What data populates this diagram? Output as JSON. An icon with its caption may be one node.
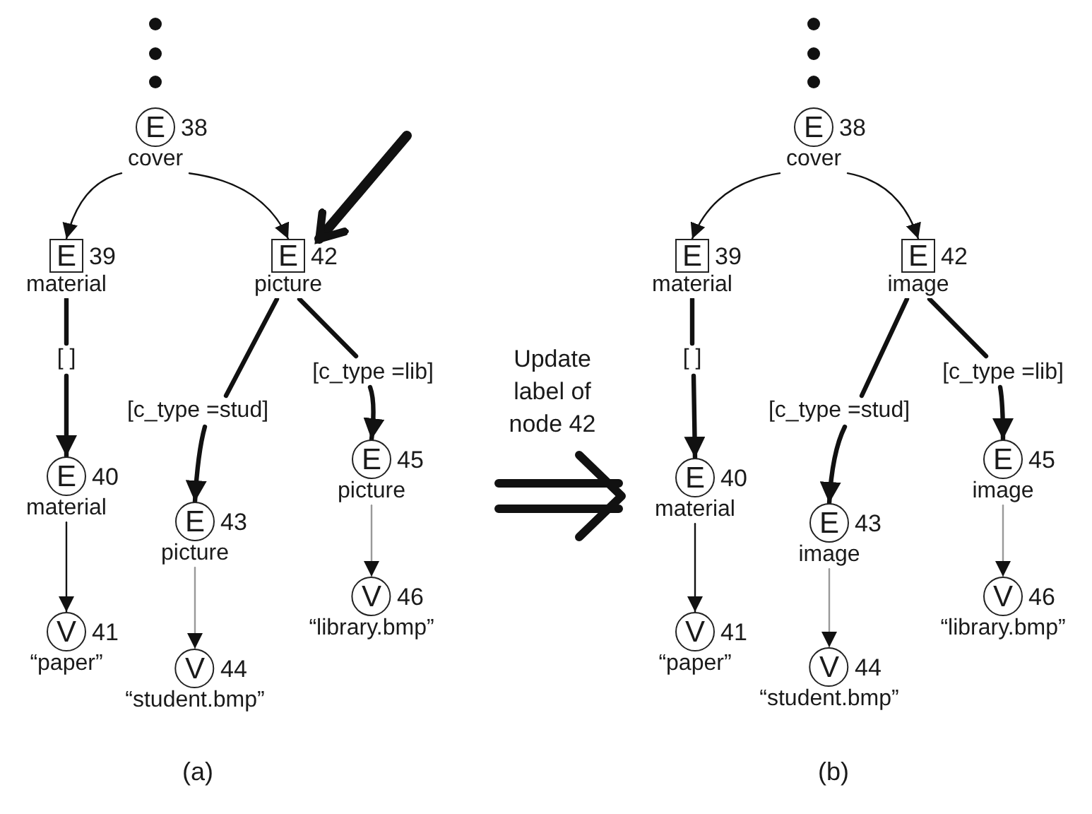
{
  "diagram": {
    "nodes": [
      {
        "text": [
          "E",
          "38",
          "cover"
        ]
      },
      {
        "text": [
          "E",
          "39",
          "material"
        ]
      },
      {
        "text": [
          "E",
          "40",
          "material"
        ]
      },
      {
        "text": [
          "V",
          "41",
          "“paper”"
        ]
      },
      {
        "text": [
          "E",
          "42",
          "picture"
        ]
      },
      {
        "text": [
          "E",
          "43",
          "picture"
        ]
      },
      {
        "text": [
          "V",
          "44",
          "“student.bmp”"
        ]
      },
      {
        "text": [
          "E",
          "45",
          "picture"
        ]
      },
      {
        "text": [
          "V",
          "46",
          "“library.bmp”"
        ]
      },
      {
        "text": [
          "E",
          "38",
          "cover"
        ]
      },
      {
        "text": [
          "E",
          "39",
          "material"
        ]
      },
      {
        "text": [
          "E",
          "40",
          "material"
        ]
      },
      {
        "text": [
          "V",
          "41",
          "“paper”"
        ]
      },
      {
        "text": [
          "E",
          "42",
          "image"
        ]
      },
      {
        "text": [
          "E",
          "43",
          "image"
        ]
      },
      {
        "text": [
          "V",
          "44",
          "“student.bmp”"
        ]
      },
      {
        "text": [
          "E",
          "45",
          "image"
        ]
      },
      {
        "text": [
          "V",
          "46",
          "“library.bmp”"
        ]
      }
    ],
    "edges": [
      {
        "from": 0,
        "to": 1,
        "arrow": "to"
      },
      {
        "from": 0,
        "to": 4,
        "arrow": "to"
      },
      {
        "from": 1,
        "to": 2,
        "arrow": "to",
        "style": "thick",
        "label": "[ ]"
      },
      {
        "from": 2,
        "to": 3,
        "arrow": "to"
      },
      {
        "from": 4,
        "to": 5,
        "arrow": "to",
        "style": "thick",
        "label": "[c_type =stud]"
      },
      {
        "from": 4,
        "to": 7,
        "arrow": "to",
        "style": "thick",
        "label": "[c_type =lib]"
      },
      {
        "from": 5,
        "to": 6,
        "arrow": "to",
        "color": "#999999"
      },
      {
        "from": 7,
        "to": 8,
        "arrow": "to",
        "color": "#999999"
      },
      {
        "from": null,
        "to": 4,
        "arrow": "to",
        "style": "thick"
      },
      {
        "from": 9,
        "to": 10,
        "arrow": "to"
      },
      {
        "from": 9,
        "to": 13,
        "arrow": "to"
      },
      {
        "from": 10,
        "to": 11,
        "arrow": "to",
        "style": "thick",
        "label": "[ ]"
      },
      {
        "from": 11,
        "to": 12,
        "arrow": "to"
      },
      {
        "from": 13,
        "to": 14,
        "arrow": "to",
        "style": "thick",
        "label": "[c_type =stud]"
      },
      {
        "from": 13,
        "to": 16,
        "arrow": "to",
        "style": "thick",
        "label": "[c_type =lib]"
      },
      {
        "from": 14,
        "to": 15,
        "arrow": "to",
        "color": "#999999"
      },
      {
        "from": 16,
        "to": 17,
        "arrow": "to",
        "color": "#999999"
      }
    ],
    "labels": [
      "Update label of node 42",
      "(a)",
      "(b)"
    ]
  }
}
